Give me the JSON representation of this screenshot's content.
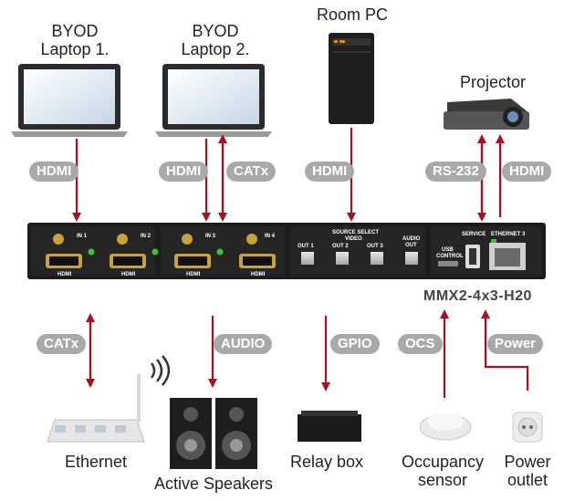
{
  "sources": {
    "laptop1": [
      "BYOD",
      "Laptop 1."
    ],
    "laptop2": [
      "BYOD",
      "Laptop 2."
    ],
    "room_pc": "Room PC",
    "projector": "Projector"
  },
  "connections": {
    "laptop1_hdmi": "HDMI",
    "laptop2_hdmi": "HDMI",
    "laptop2_catx": "CATx",
    "pc_hdmi": "HDMI",
    "projector_rs232": "RS-232",
    "projector_hdmi": "HDMI",
    "ethernet_catx": "CATx",
    "speakers_audio": "AUDIO",
    "relay_gpio": "GPIO",
    "sensor_ocs": "OCS",
    "outlet_power": "Power"
  },
  "device": {
    "model": "MMX2-4x3-H20",
    "inputs": [
      "IN 1",
      "IN 2",
      "IN 3",
      "IN 4"
    ],
    "port_label": "HDMI",
    "source_select": "SOURCE SELECT",
    "video": "VIDEO",
    "outputs": [
      "OUT 1",
      "OUT 2",
      "OUT 3"
    ],
    "audio_out": [
      "AUDIO",
      "OUT"
    ],
    "usb_control": [
      "USB",
      "CONTROL"
    ],
    "service": "SERVICE",
    "ethernet": "ETHERNET 3"
  },
  "peripherals": {
    "ethernet": "Ethernet",
    "speakers": "Active Speakers",
    "relay": "Relay box",
    "sensor": [
      "Occupancy",
      "sensor"
    ],
    "outlet": [
      "Power",
      "outlet"
    ]
  },
  "colors": {
    "arrow": "#a8111e",
    "tag": "#a9a9a9",
    "device": "#1c1c1c"
  }
}
